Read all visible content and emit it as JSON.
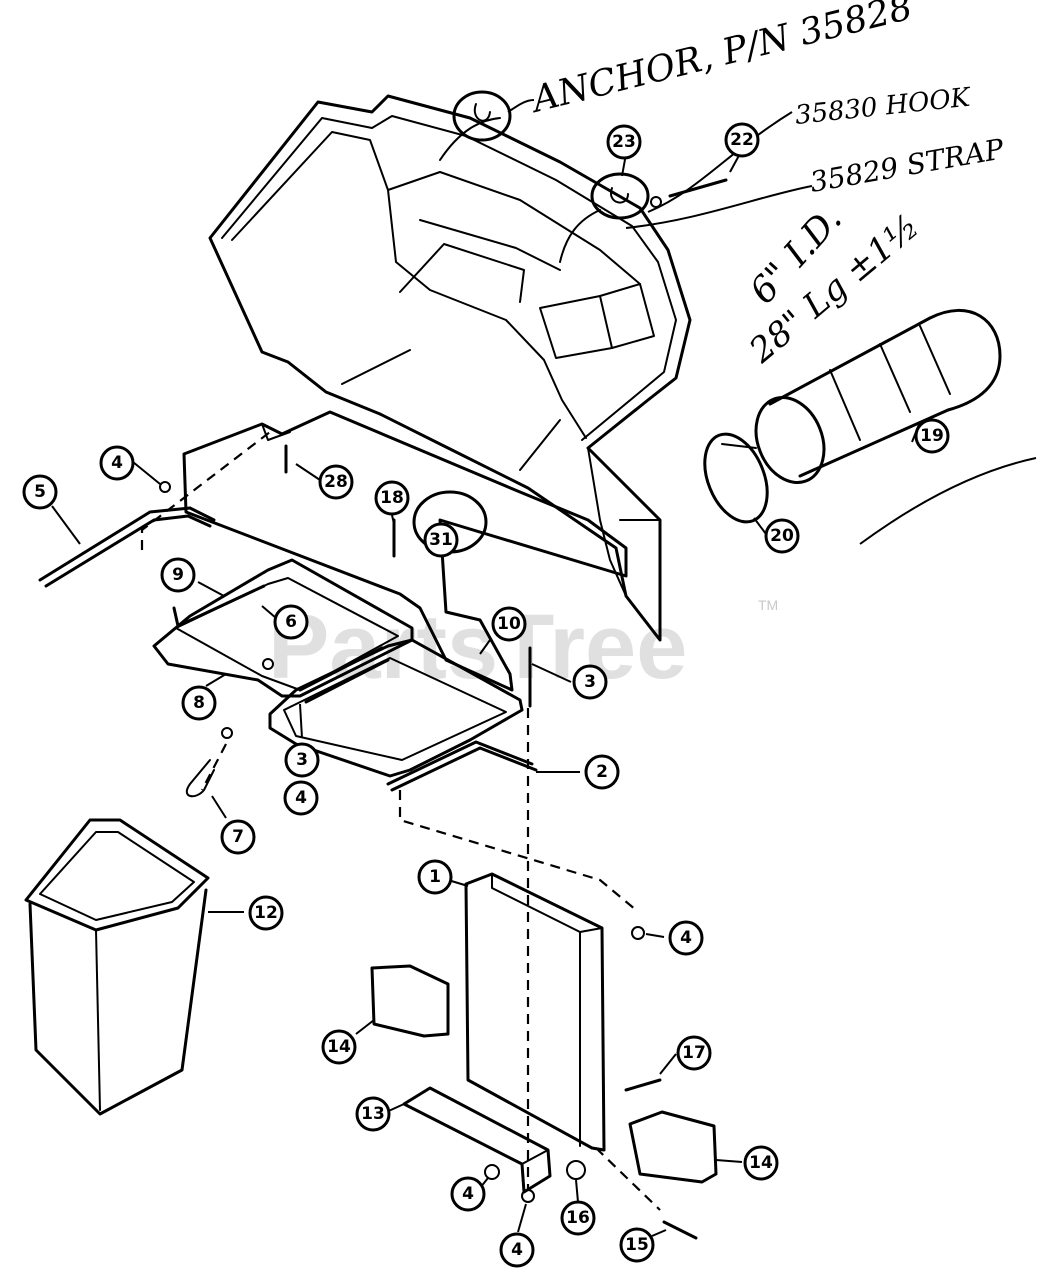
{
  "watermark": {
    "text": "PartsTree",
    "tm": "TM"
  },
  "handwritten_notes": {
    "anchor": "ANCHOR, P/N 35828",
    "hook": "35830 HOOK",
    "strap": "35829 STRAP",
    "hose_id": "6\" I.D.",
    "hose_length": "28\" Lg ±1½"
  },
  "callouts": {
    "c1": "1",
    "c2": "2",
    "c3a": "3",
    "c3b": "3",
    "c4a": "4",
    "c4b": "4",
    "c4c": "4",
    "c4d": "4",
    "c4e": "4",
    "c5": "5",
    "c6": "6",
    "c7": "7",
    "c8": "8",
    "c9": "9",
    "c10": "10",
    "c12": "12",
    "c13": "13",
    "c14a": "14",
    "c14b": "14",
    "c15": "15",
    "c16": "16",
    "c17": "17",
    "c18": "18",
    "c19": "19",
    "c20": "20",
    "c22": "22",
    "c23": "23",
    "c28": "28",
    "c31": "31"
  }
}
